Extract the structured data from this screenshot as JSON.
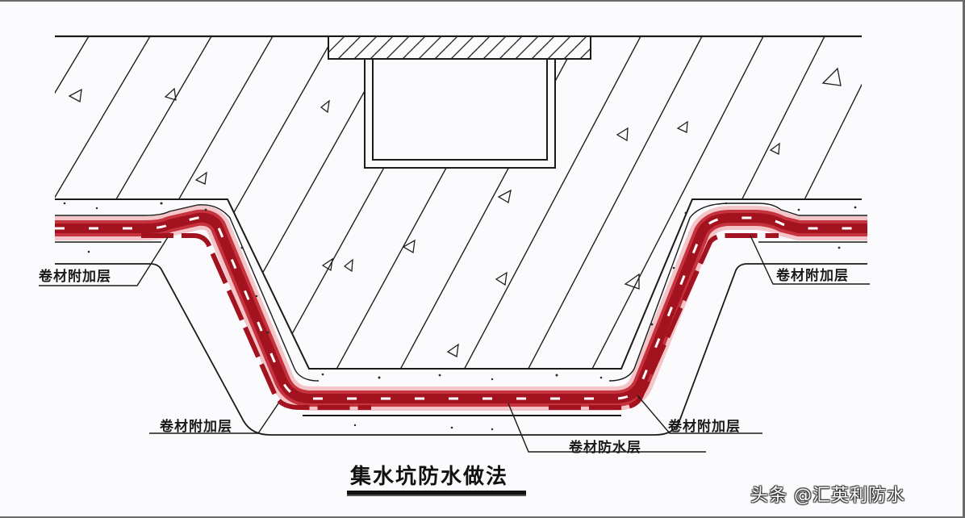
{
  "drawing": {
    "title": "集水坑防水做法",
    "colors": {
      "line": "#1a1a1a",
      "membrane_dark": "#a3131f",
      "membrane_mid": "#c23a44",
      "membrane_light": "#f0b7bb",
      "background": "#fbfbfd"
    },
    "labels": {
      "left_upper": "卷材附加层",
      "right_upper": "卷材附加层",
      "left_lower": "卷材附加层",
      "right_lower": "卷材附加层",
      "bottom_main": "卷材防水层"
    },
    "components": {
      "drain_cover": "hatched-cover",
      "drain_box": "sump-box",
      "concrete_fill": "hatched-concrete",
      "cushion_layer": "concrete-cushion",
      "waterproof_membrane": "membrane-layers"
    }
  },
  "watermark": {
    "text": "头条 @汇英利防水"
  }
}
